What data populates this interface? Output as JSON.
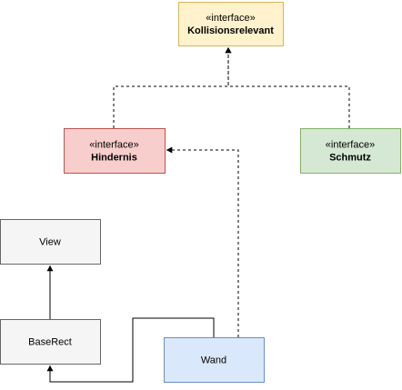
{
  "nodes": [
    {
      "id": "kollisionsrelevant",
      "stereotype": "«interface»",
      "name": "Kollisionsrelevant",
      "fill": "#fff2cc",
      "stroke": "#d6b656"
    },
    {
      "id": "hindernis",
      "stereotype": "«interface»",
      "name": "Hindernis",
      "fill": "#f8cecc",
      "stroke": "#b85450"
    },
    {
      "id": "schmutz",
      "stereotype": "«interface»",
      "name": "Schmutz",
      "fill": "#d5e8d4",
      "stroke": "#82b366"
    },
    {
      "id": "view",
      "stereotype": "",
      "name": "View",
      "fill": "#f5f5f5",
      "stroke": "#666666"
    },
    {
      "id": "baserect",
      "stereotype": "",
      "name": "BaseRect",
      "fill": "#f5f5f5",
      "stroke": "#666666"
    },
    {
      "id": "wand",
      "stereotype": "",
      "name": "Wand",
      "fill": "#dae8fc",
      "stroke": "#6c8ebf"
    }
  ],
  "edges": [
    {
      "from": "hindernis",
      "to": "kollisionsrelevant",
      "style": "dashed"
    },
    {
      "from": "schmutz",
      "to": "kollisionsrelevant",
      "style": "dashed"
    },
    {
      "from": "wand",
      "to": "hindernis",
      "style": "dashed"
    },
    {
      "from": "baserect",
      "to": "view",
      "style": "solid"
    },
    {
      "from": "wand",
      "to": "baserect",
      "style": "solid"
    }
  ]
}
